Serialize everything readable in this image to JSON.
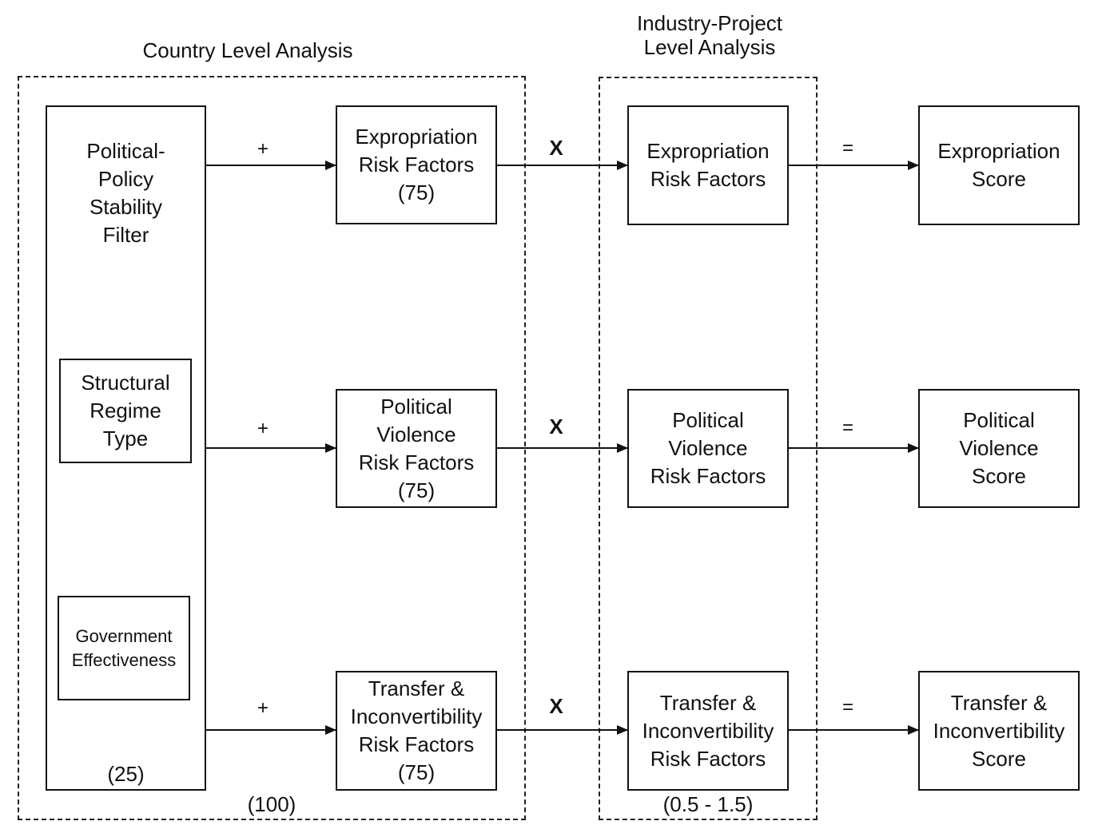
{
  "headings": {
    "country": "Country Level Analysis",
    "industry": "Industry-Project\nLevel Analysis"
  },
  "filter": {
    "title": "Political-\nPolicy\nStability\nFilter",
    "sub1": "Structural\nRegime\nType",
    "sub2": "Government\nEffectiveness",
    "weight": "(25)"
  },
  "country_weight": "(100)",
  "industry_range": "(0.5 - 1.5)",
  "operators": {
    "plus": "+",
    "times": "X",
    "equals": "="
  },
  "rows": [
    {
      "country_factor": "Expropriation\nRisk Factors\n(75)",
      "industry_factor": "Expropriation\nRisk Factors",
      "score": "Expropriation\nScore"
    },
    {
      "country_factor": "Political\nViolence\nRisk Factors\n(75)",
      "industry_factor": "Political\nViolence\nRisk Factors",
      "score": "Political\nViolence\nScore"
    },
    {
      "country_factor": "Transfer &\nInconvertibility\nRisk Factors\n(75)",
      "industry_factor": "Transfer &\nInconvertibility\nRisk Factors",
      "score": "Transfer &\nInconvertibility\nScore"
    }
  ]
}
